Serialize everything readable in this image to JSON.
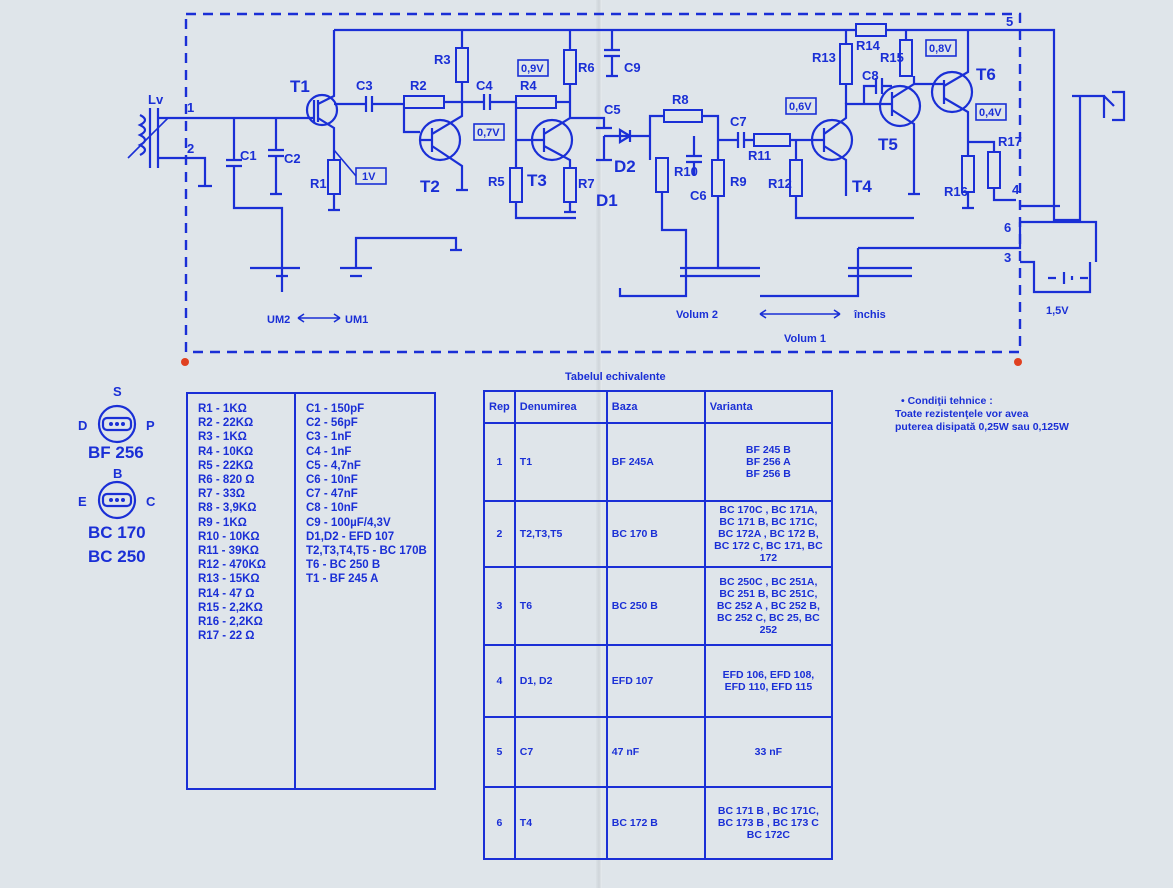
{
  "circuit": {
    "labels": {
      "lv": "Lv",
      "t1": "T1",
      "t2": "T2",
      "t3": "T3",
      "t4": "T4",
      "t5": "T5",
      "t6": "T6",
      "d1": "D1",
      "d2": "D2",
      "c1": "C1",
      "c2": "C2",
      "c3": "C3",
      "c4": "C4",
      "c5": "C5",
      "c6": "C6",
      "c7": "C7",
      "c8": "C8",
      "c9": "C9",
      "r1": "R1",
      "r2": "R2",
      "r3": "R3",
      "r4": "R4",
      "r5": "R5",
      "r6": "R6",
      "r7": "R7",
      "r8": "R8",
      "r9": "R9",
      "r10": "R10",
      "r11": "R11",
      "r12": "R12",
      "r13": "R13",
      "r14": "R14",
      "r15": "R15",
      "r16": "R16",
      "r17": "R17",
      "um1": "UM1",
      "um2": "UM2",
      "volum1": "Volum 1",
      "volum2": "Volum 2",
      "inchis": "închis",
      "battery": "1,5V"
    },
    "voltages": {
      "t1_source": "1V",
      "t2": "0,7V",
      "t3": "0,9V",
      "t4": "0,6V",
      "t5": "0,8V",
      "t6": "0,4V"
    },
    "terminals": [
      "1",
      "2",
      "3",
      "4",
      "5",
      "6"
    ]
  },
  "pinouts": [
    {
      "top": "S",
      "left": "D",
      "right": "P",
      "name": "BF 256"
    },
    {
      "top": "B",
      "left": "E",
      "right": "C",
      "names": [
        "BC 170",
        "BC 250"
      ]
    }
  ],
  "parts_list": {
    "resistors": [
      "R1 - 1KΩ",
      "R2 - 22KΩ",
      "R3 - 1KΩ",
      "R4 - 10KΩ",
      "R5 - 22KΩ",
      "R6 - 820 Ω",
      "R7 - 33Ω",
      "R8 - 3,9KΩ",
      "R9 - 1KΩ",
      "R10 - 10KΩ",
      "R11 - 39KΩ",
      "R12 - 470KΩ",
      "R13 - 15KΩ",
      "R14 - 47 Ω",
      "R15 - 2,2KΩ",
      "R16 - 2,2KΩ",
      "R17 - 22 Ω"
    ],
    "others": [
      "C1 - 150pF",
      "C2 - 56pF",
      "C3 - 1nF",
      "C4 - 1nF",
      "C5 - 4,7nF",
      "C6 - 10nF",
      "C7 - 47nF",
      "C8 - 10nF",
      "C9 - 100µF/4,3V",
      "D1,D2 - EFD 107",
      "T2,T3,T4,T5 - BC 170B",
      "T6 - BC 250 B",
      "T1 - BF 245 A"
    ]
  },
  "equivalents": {
    "title": "Tabelul echivalente",
    "headers": [
      "Rep",
      "Denumirea",
      "Baza",
      "Varianta"
    ],
    "rows": [
      {
        "rep": "1",
        "name": "T1",
        "base": "BF 245A",
        "variants": [
          "BF 245 B",
          "BF 256 A",
          "BF 256 B"
        ]
      },
      {
        "rep": "2",
        "name": "T2,T3,T5",
        "base": "BC 170 B",
        "variants": [
          "BC 170C , BC 171A,",
          "BC 171 B, BC 171C,",
          "BC 172A , BC 172 B,",
          "BC 172 C, BC 171, BC 172"
        ]
      },
      {
        "rep": "3",
        "name": "T6",
        "base": "BC 250 B",
        "variants": [
          "BC 250C , BC 251A,",
          "BC 251 B, BC 251C,",
          "BC 252 A , BC 252 B,",
          "BC 252 C, BC 25, BC 252"
        ]
      },
      {
        "rep": "4",
        "name": "D1, D2",
        "base": "EFD 107",
        "variants": [
          "EFD 106, EFD 108,",
          "EFD 110, EFD 115"
        ]
      },
      {
        "rep": "5",
        "name": "C7",
        "base": "47 nF",
        "variants": [
          "33 nF"
        ]
      },
      {
        "rep": "6",
        "name": "T4",
        "base": "BC 172 B",
        "variants": [
          "BC 171 B , BC 171C,",
          "BC 173 B , BC 173 C",
          "BC 172C"
        ]
      }
    ]
  },
  "technical": {
    "heading": "• Condiţii tehnice :",
    "lines": [
      "Toate rezistenţele vor avea",
      "puterea disipată 0,25W sau 0,125W"
    ]
  }
}
